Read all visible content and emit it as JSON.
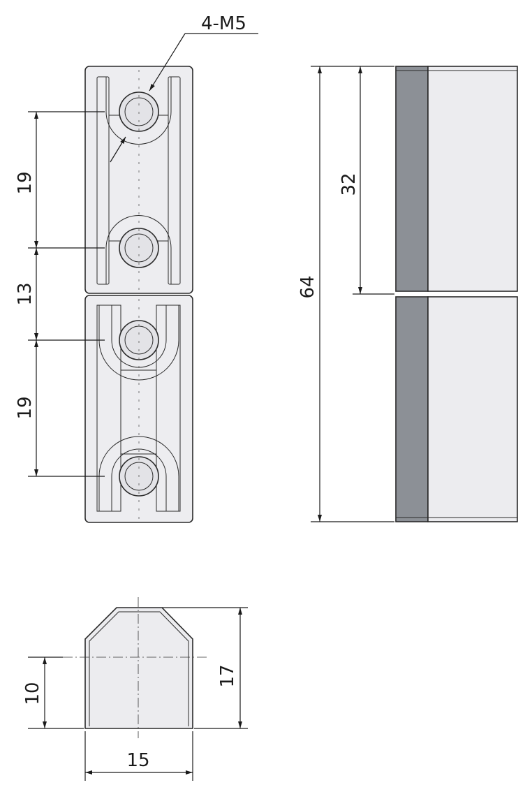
{
  "annotations": {
    "thread_callout": "4-M5",
    "dim_front_top_spacing": "19",
    "dim_front_middle_gap": "13",
    "dim_front_bottom_spacing": "19",
    "dim_side_half_length": "32",
    "dim_side_total_length": "64",
    "dim_section_height": "17",
    "dim_section_center_height": "10",
    "dim_section_width": "15"
  },
  "colors": {
    "part_face": "#ececef",
    "part_face_light": "#f5f5f7",
    "part_shadow_dark": "#8c9096",
    "part_shadow_mid": "#b4b7bb",
    "outline": "#2a2a2a",
    "dimension_line": "#1a1a1a"
  }
}
